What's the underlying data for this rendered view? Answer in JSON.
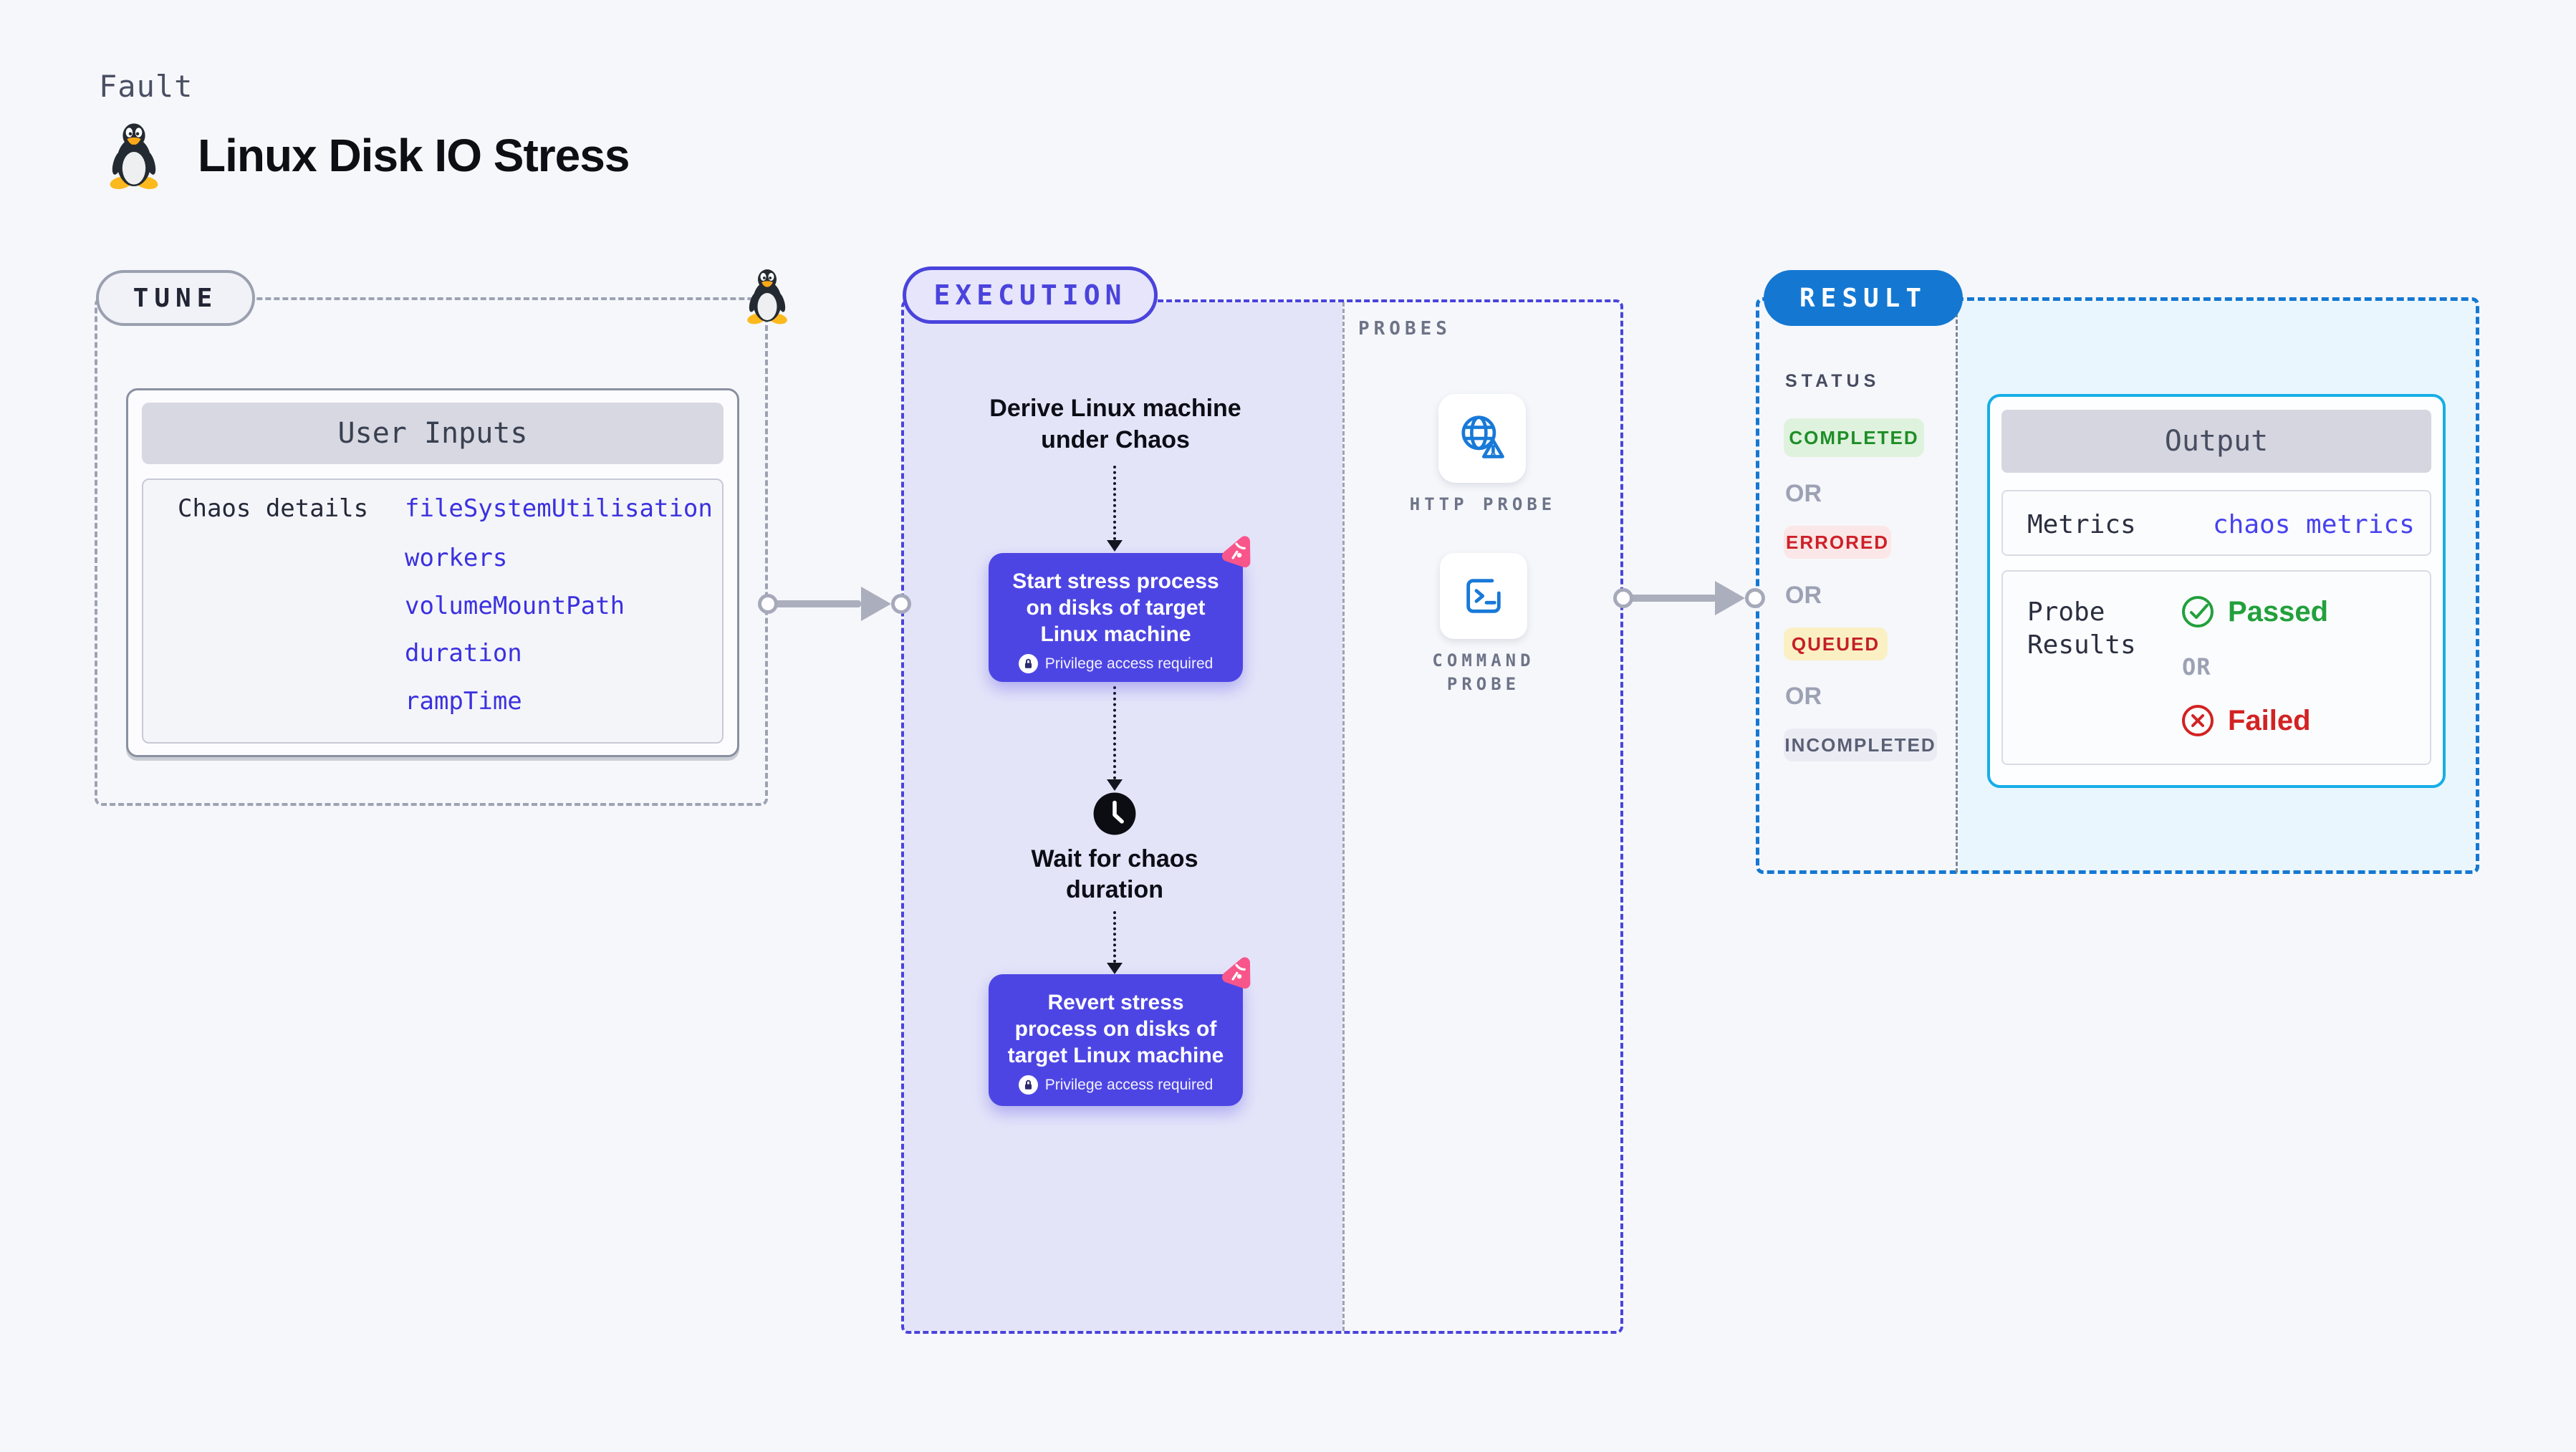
{
  "header": {
    "fault_label": "Fault",
    "title": "Linux Disk IO Stress"
  },
  "tune": {
    "badge": "TUNE",
    "card": {
      "header": "User Inputs",
      "row_label": "Chaos details",
      "values": [
        "fileSystemUtilisation",
        "workers",
        "volumeMountPath",
        "duration",
        "rampTime"
      ]
    }
  },
  "execution": {
    "badge": "EXECUTION",
    "derive_lines": [
      "Derive Linux machine",
      "under Chaos"
    ],
    "node1_lines": [
      "Start stress process",
      "on disks of target",
      "Linux machine"
    ],
    "privilege_label": "Privilege access required",
    "wait_lines": [
      "Wait for chaos",
      "duration"
    ],
    "node2_lines": [
      "Revert stress",
      "process on disks of",
      "target Linux machine"
    ]
  },
  "probes": {
    "label": "PROBES",
    "items": [
      {
        "label": "HTTP PROBE"
      },
      {
        "label": "COMMAND PROBE",
        "lines": [
          "COMMAND",
          "PROBE"
        ]
      }
    ]
  },
  "result": {
    "badge": "RESULT",
    "status_label": "STATUS",
    "or_label": "OR",
    "statuses": [
      {
        "label": "COMPLETED",
        "bg": "#DFF2DD",
        "fg": "#1E8E28"
      },
      {
        "label": "ERRORED",
        "bg": "#FBE7E7",
        "fg": "#CE2028"
      },
      {
        "label": "QUEUED",
        "bg": "#FAF0C4",
        "fg": "#C51F26"
      },
      {
        "label": "INCOMPLETED",
        "bg": "#EBECF3",
        "fg": "#5A5F75"
      }
    ],
    "output": {
      "header": "Output",
      "metrics_label": "Metrics",
      "metrics_value": "chaos metrics",
      "probe_results_lines": [
        "Probe",
        "Results"
      ],
      "passed_label": "Passed",
      "failed_label": "Failed"
    }
  },
  "colors": {
    "page_bg": "#F6F7FB",
    "tune_border": "#9CA3B1",
    "execution_accent": "#4A43DC",
    "execution_panel_bg": "#E4E4F9",
    "node_bg": "#4D45E3",
    "chaos_icon_pink": "#F8558B",
    "probe_icon_blue": "#1879D8",
    "result_accent": "#1478D2",
    "output_border": "#16AEE7",
    "output_panel_bg": "#E9F6FD",
    "input_value_blue": "#3B31DF",
    "passed_green": "#22A03C",
    "failed_red": "#D32222"
  }
}
